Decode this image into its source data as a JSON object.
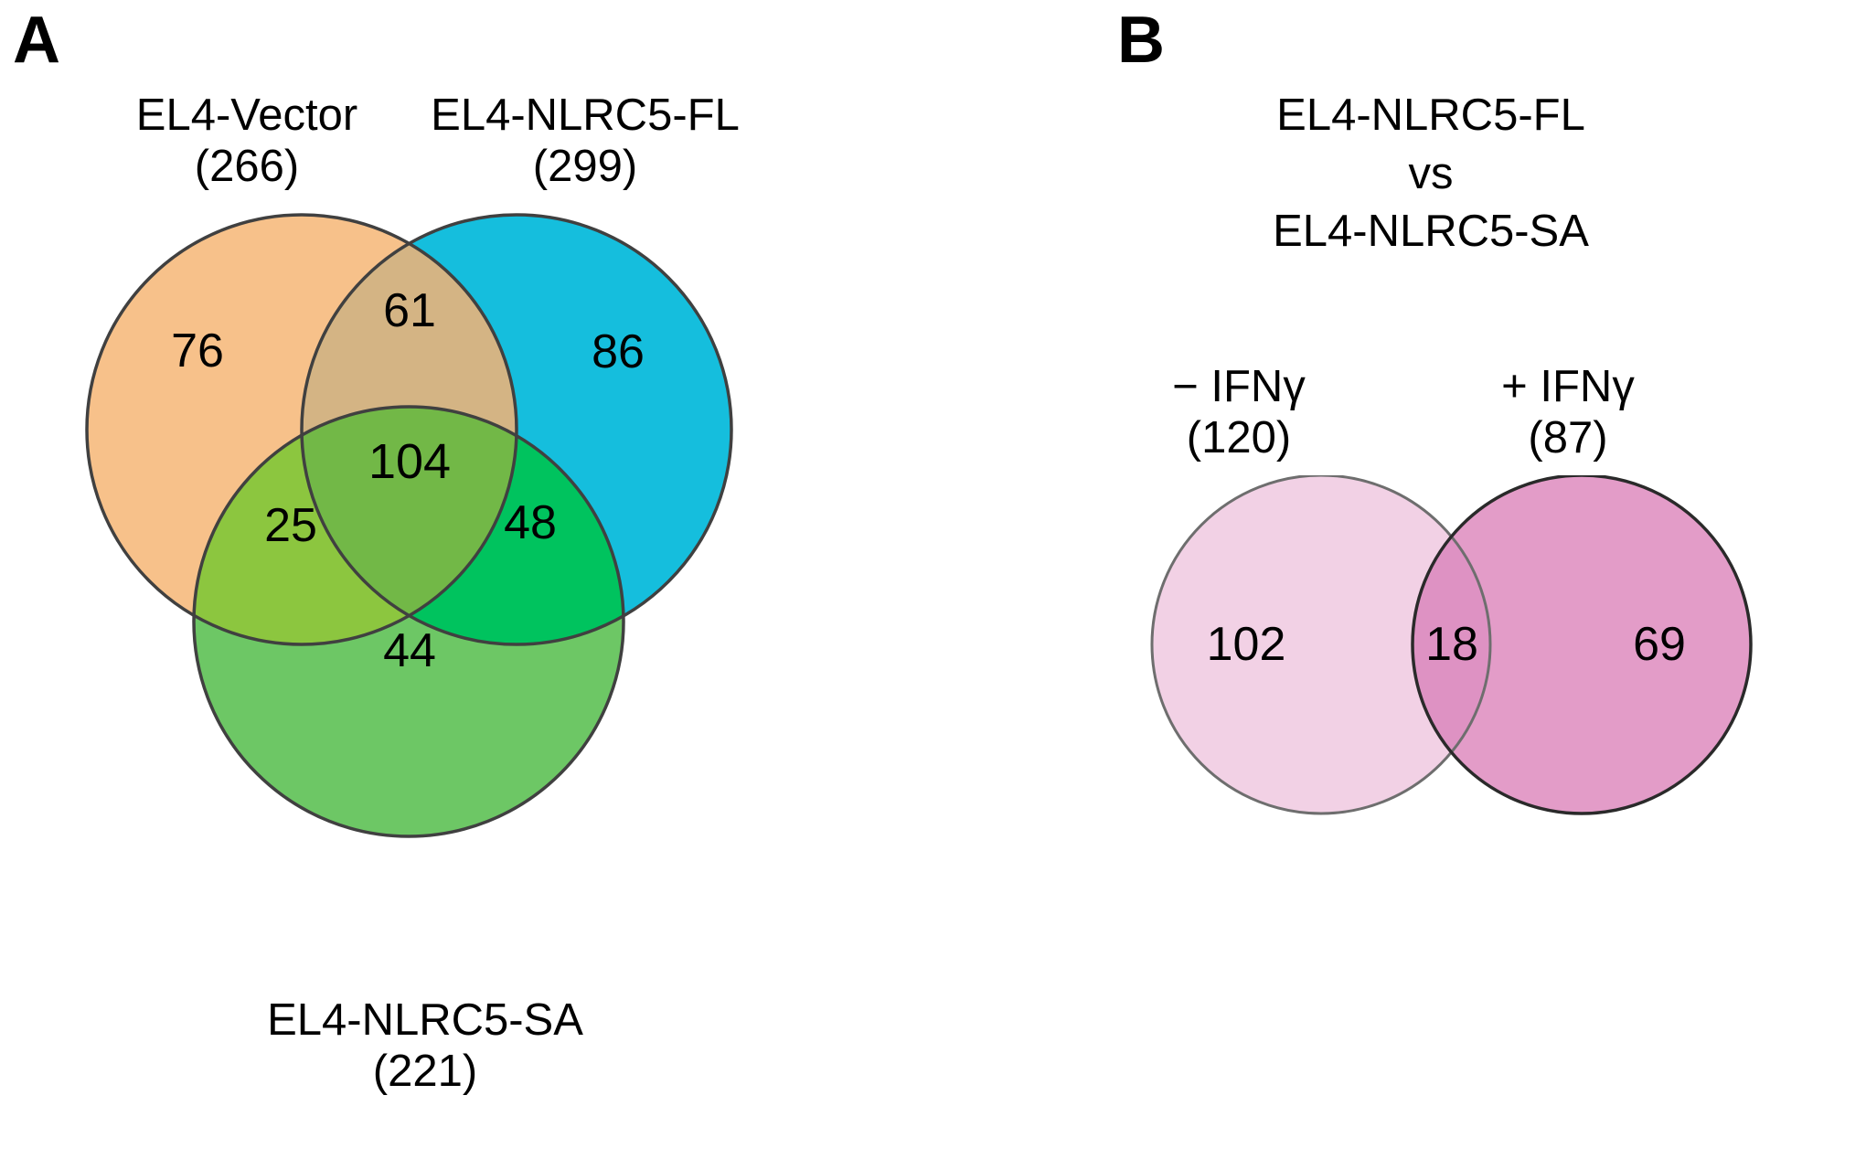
{
  "figure": {
    "background": "#ffffff",
    "panels": [
      {
        "letter": "A",
        "type": "venn3",
        "sets": [
          {
            "name": "EL4-Vector",
            "count": "(266)",
            "total": 266,
            "color": "#F7C18A"
          },
          {
            "name": "EL4-NLRC5-FL",
            "count": "(299)",
            "total": 299,
            "color": "#15BEDD"
          },
          {
            "name": "EL4-NLRC5-SA",
            "count": "(221)",
            "total": 221,
            "color": "#6DC765"
          }
        ],
        "regions": {
          "a_only": "76",
          "b_only": "86",
          "c_only": "44",
          "ab": "61",
          "ac": "25",
          "bc": "48",
          "abc": "104"
        },
        "overlap_colors": {
          "ab": "#D4B484",
          "ac": "#8CC63F",
          "bc": "#00C35E",
          "abc": "#72B847"
        },
        "stroke": "#404040"
      },
      {
        "letter": "B",
        "type": "venn2",
        "title_lines": [
          "EL4-NLRC5-FL",
          "vs",
          "EL4-NLRC5-SA"
        ],
        "sets": [
          {
            "name": "− IFNγ",
            "count": "(120)",
            "total": 120,
            "color": "#F2D1E5"
          },
          {
            "name": "+ IFNγ",
            "count": "(87)",
            "total": 87,
            "color": "#E39CC8"
          }
        ],
        "regions": {
          "left_only": "102",
          "overlap": "18",
          "right_only": "69"
        },
        "overlap_color": "#DE92C3",
        "stroke_left": "#6E6E6E",
        "stroke_right": "#222222"
      }
    ]
  },
  "chart_data": {
    "type": "venn",
    "title": "",
    "charts": [
      {
        "panel": "A",
        "type": "venn3",
        "set_labels": [
          "EL4-Vector",
          "EL4-NLRC5-FL",
          "EL4-NLRC5-SA"
        ],
        "set_totals": [
          266,
          299,
          221
        ],
        "region_values": {
          "EL4-Vector only": 76,
          "EL4-NLRC5-FL only": 86,
          "EL4-NLRC5-SA only": 44,
          "EL4-Vector & EL4-NLRC5-FL": 61,
          "EL4-Vector & EL4-NLRC5-SA": 25,
          "EL4-NLRC5-FL & EL4-NLRC5-SA": 48,
          "all three": 104
        },
        "colors": [
          "#F7C18A",
          "#15BEDD",
          "#6DC765"
        ]
      },
      {
        "panel": "B",
        "type": "venn2",
        "title": "EL4-NLRC5-FL vs EL4-NLRC5-SA",
        "set_labels": [
          "− IFNγ",
          "+ IFNγ"
        ],
        "set_totals": [
          120,
          87
        ],
        "region_values": {
          "− IFNγ only": 102,
          "overlap": 18,
          "+ IFNγ only": 69
        },
        "colors": [
          "#F2D1E5",
          "#E39CC8"
        ]
      }
    ]
  }
}
